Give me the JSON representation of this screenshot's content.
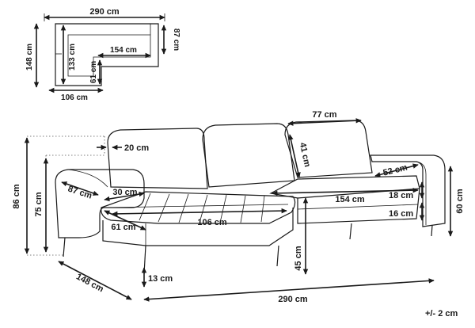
{
  "top_view": {
    "width_total": "290 cm",
    "depth_right": "87 cm",
    "height_left": "148 cm",
    "inner_height": "133 cm",
    "inner_width": "154 cm",
    "step_height": "61 cm",
    "bottom_width": "106 cm"
  },
  "front_view": {
    "seat_depth_right": "77 cm",
    "back_cushion": "41 cm",
    "armrest_width": "20 cm",
    "total_height": "86 cm",
    "seat_height_left": "75 cm",
    "arm_depth": "87 cm",
    "arm_cushion": "30 cm",
    "chaise_width": "61 cm",
    "chaise_length": "106 cm",
    "arm_right_depth": "52 cm",
    "right_height": "60 cm",
    "seat_length": "154 cm",
    "cushion_height": "18 cm",
    "base_height": "16 cm",
    "seat_floor_height": "45 cm",
    "leg_height": "13 cm",
    "total_depth": "148 cm",
    "total_width": "290 cm"
  },
  "tolerance": "+/- 2 cm"
}
